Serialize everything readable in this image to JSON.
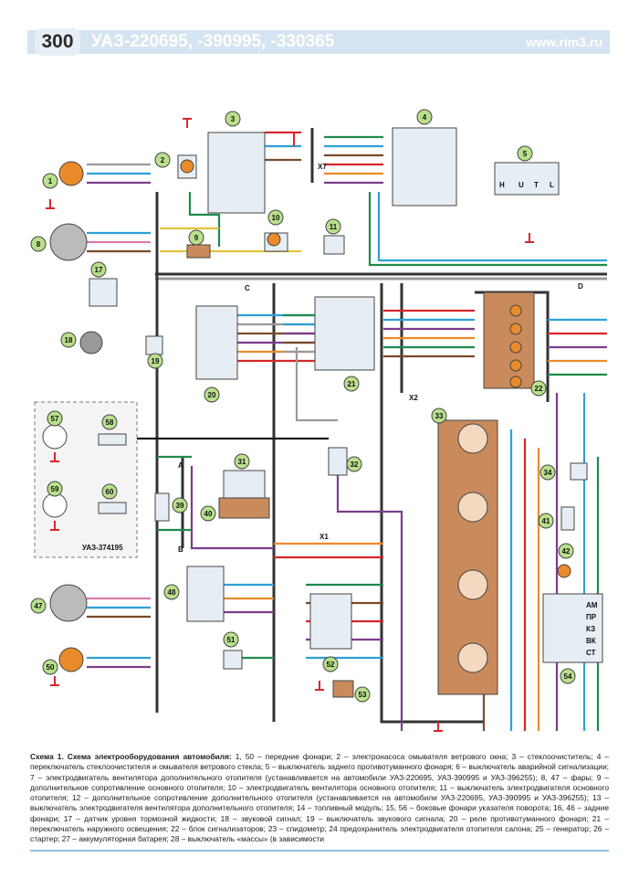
{
  "header": {
    "page_number": "300",
    "title": "УАЗ-220695, -390995, -330365",
    "site": "www.rim3.ru"
  },
  "diagram": {
    "components": [
      "1",
      "2",
      "3",
      "4",
      "5",
      "8",
      "9",
      "10",
      "11",
      "17",
      "18",
      "19",
      "20",
      "21",
      "22",
      "31",
      "32",
      "33",
      "34",
      "39",
      "40",
      "41",
      "42",
      "47",
      "48",
      "50",
      "51",
      "52",
      "53",
      "54",
      "57",
      "58",
      "59",
      "60"
    ],
    "labels": {
      "x7": "X7",
      "x2": "X2",
      "x1": "X1",
      "c": "C",
      "d": "D",
      "a": "A",
      "b": "B",
      "variant": "УАЗ-374195",
      "h": "H",
      "u": "U",
      "t": "T",
      "l": "L",
      "am": "АМ",
      "pr": "ПР",
      "kz": "КЗ",
      "vk": "ВК",
      "st": "СТ"
    },
    "colors": {
      "black": "#1a1a1a",
      "blue": "#2e9fd8",
      "green": "#1f8a4c",
      "red": "#d8262a",
      "brown": "#7a4a2a",
      "purple": "#7d3c8c",
      "orange": "#e98b2a",
      "yellow": "#e2c43a",
      "grey": "#9a9a9a",
      "pink": "#e07aa6",
      "body": "#c98a5c",
      "panel": "#e6eef4"
    }
  },
  "caption": {
    "heading": "Схема 1. Схема электрооборудования автомобиля:",
    "text": "1, 50 – передние фонари; 2 – электронасоса омывателя ветрового окна; 3 – стеклоочиститель; 4 – переключатель стеклоочистителя и омывателя ветрового стекла; 5 – выключатель заднего противотуманного фонаря; 6 – выключатель аварийной сигнализации; 7 – электродвигатель вентилятора дополнительного отопителя (устанавливается на автомобили УАЗ-220695, УАЗ-390995 и УАЗ-396255); 8, 47 – фары; 9 – дополнительное сопротивление основного отопителя; 10 – электродвигатель вентилятора основного отопителя; 11 – выключатель электродвигателя основного отопителя; 12 – дополнительное сопротивление дополнительного отопителя (устанавливается на автомобили УАЗ-220695, УАЗ-390995 и УАЗ-396255); 13 – выключатель электродвигателя вентилятора дополнительного отопителя; 14 – топливный модуль; 15, 56 – боковые фонари указателя поворота; 16, 46 – задние фонари; 17 – датчик уровня тормозной жидкости; 18 – звуковой сигнал; 19 – выключатель звукового сигнала; 20 – реле противотуманного фонаря; 21 – переключатель наружного освещения; 22 – блок сигнализаторов; 23 – спидометр; 24 предохранитель электродвигателя отопителя салона; 25 – генератор; 26 – стартер; 27 – аккумуляторная батарея; 28 – выключатель «массы» (в зависимости"
  }
}
